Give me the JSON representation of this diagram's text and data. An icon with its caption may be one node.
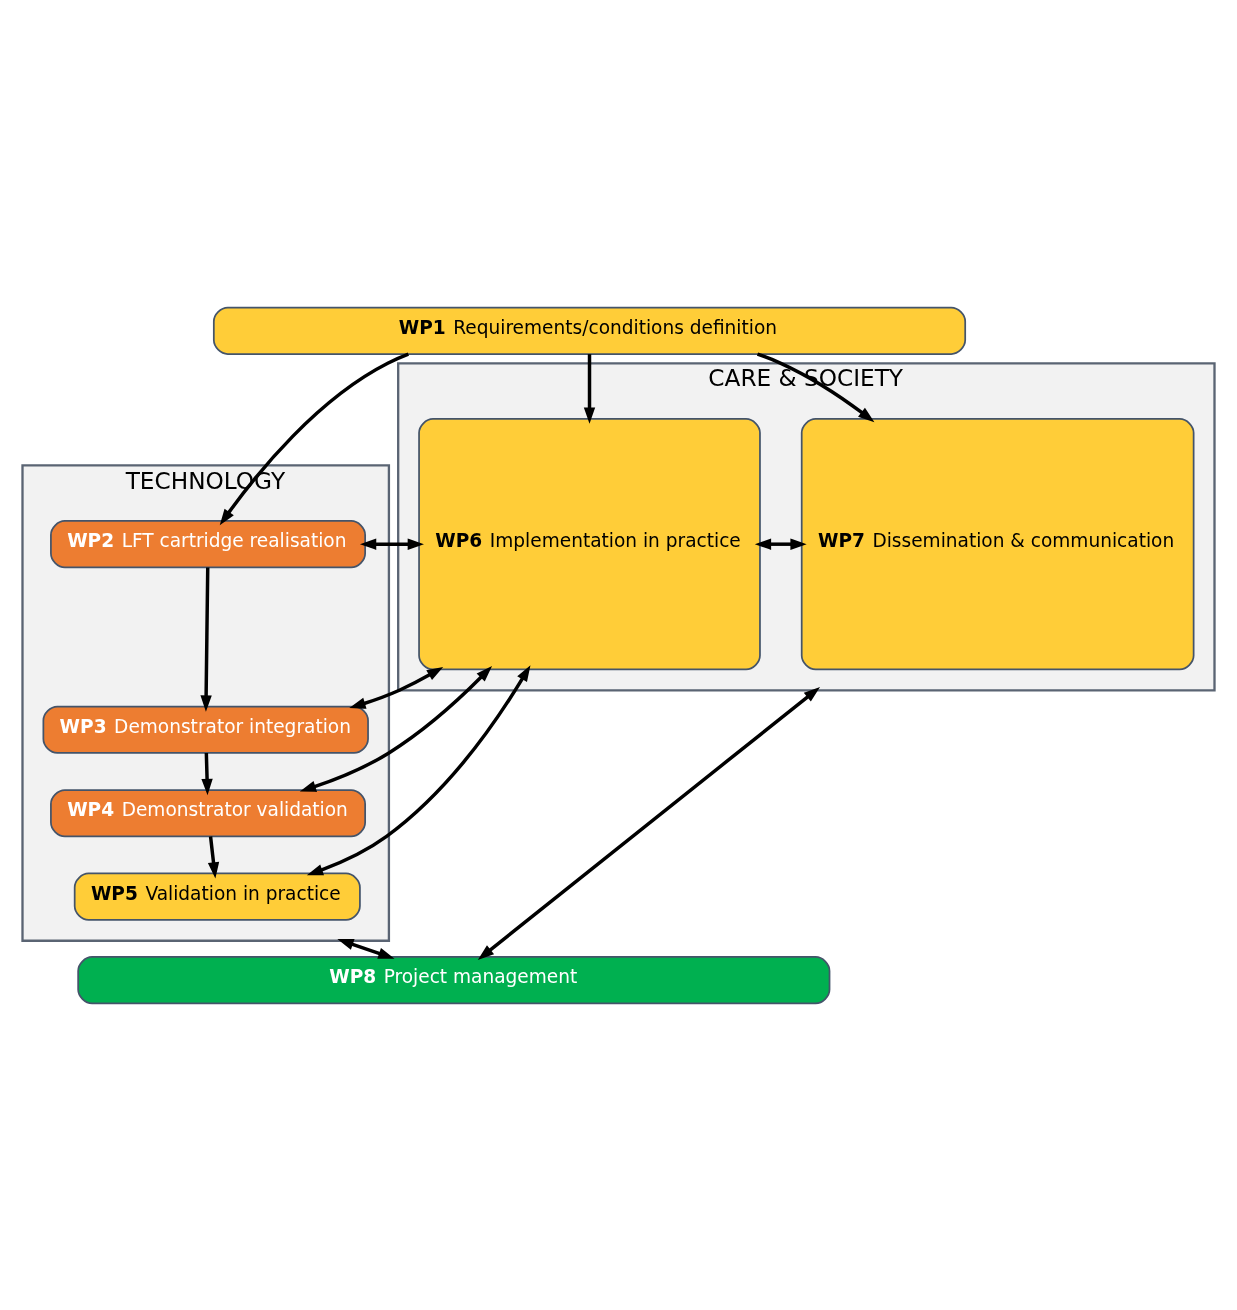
{
  "diagram": {
    "nodes": [
      {
        "text": [
          "TECHNOLOGY"
        ]
      },
      {
        "text": [
          "CARE & SOCIETY"
        ]
      },
      {
        "text": [
          "**WP1** Requirements/conditions definition"
        ]
      },
      {
        "text": [
          "**WP2** LFT cartridge realisation"
        ],
        "in": 0
      },
      {
        "text": [
          "**WP3** Demonstrator integration"
        ],
        "in": 0
      },
      {
        "text": [
          "**WP4** Demonstrator validation"
        ],
        "in": 0
      },
      {
        "text": [
          "**WP5** Validation in practice"
        ],
        "in": 0
      },
      {
        "text": [
          "**WP6** Implementation in practice"
        ],
        "in": 1
      },
      {
        "text": [
          "**WP7** Dissemination & communication"
        ],
        "in": 1
      },
      {
        "text": [
          "**WP8** Project management"
        ]
      }
    ],
    "edges": [
      {
        "from": 2,
        "to": 3,
        "arrow": "to"
      },
      {
        "from": 2,
        "to": 7,
        "arrow": "to"
      },
      {
        "from": 2,
        "to": 8,
        "arrow": "to"
      },
      {
        "from": 3,
        "to": 4,
        "arrow": "to"
      },
      {
        "from": 4,
        "to": 5,
        "arrow": "to"
      },
      {
        "from": 5,
        "to": 6,
        "arrow": "to"
      },
      {
        "from": 3,
        "to": 7,
        "arrow": "both"
      },
      {
        "from": 4,
        "to": 7,
        "arrow": "both"
      },
      {
        "from": 5,
        "to": 7,
        "arrow": "both"
      },
      {
        "from": 6,
        "to": 7,
        "arrow": "both"
      },
      {
        "from": 7,
        "to": 8,
        "arrow": "both"
      },
      {
        "from": 0,
        "to": 9,
        "arrow": "both"
      },
      {
        "from": 1,
        "to": 9,
        "arrow": "both"
      }
    ]
  }
}
